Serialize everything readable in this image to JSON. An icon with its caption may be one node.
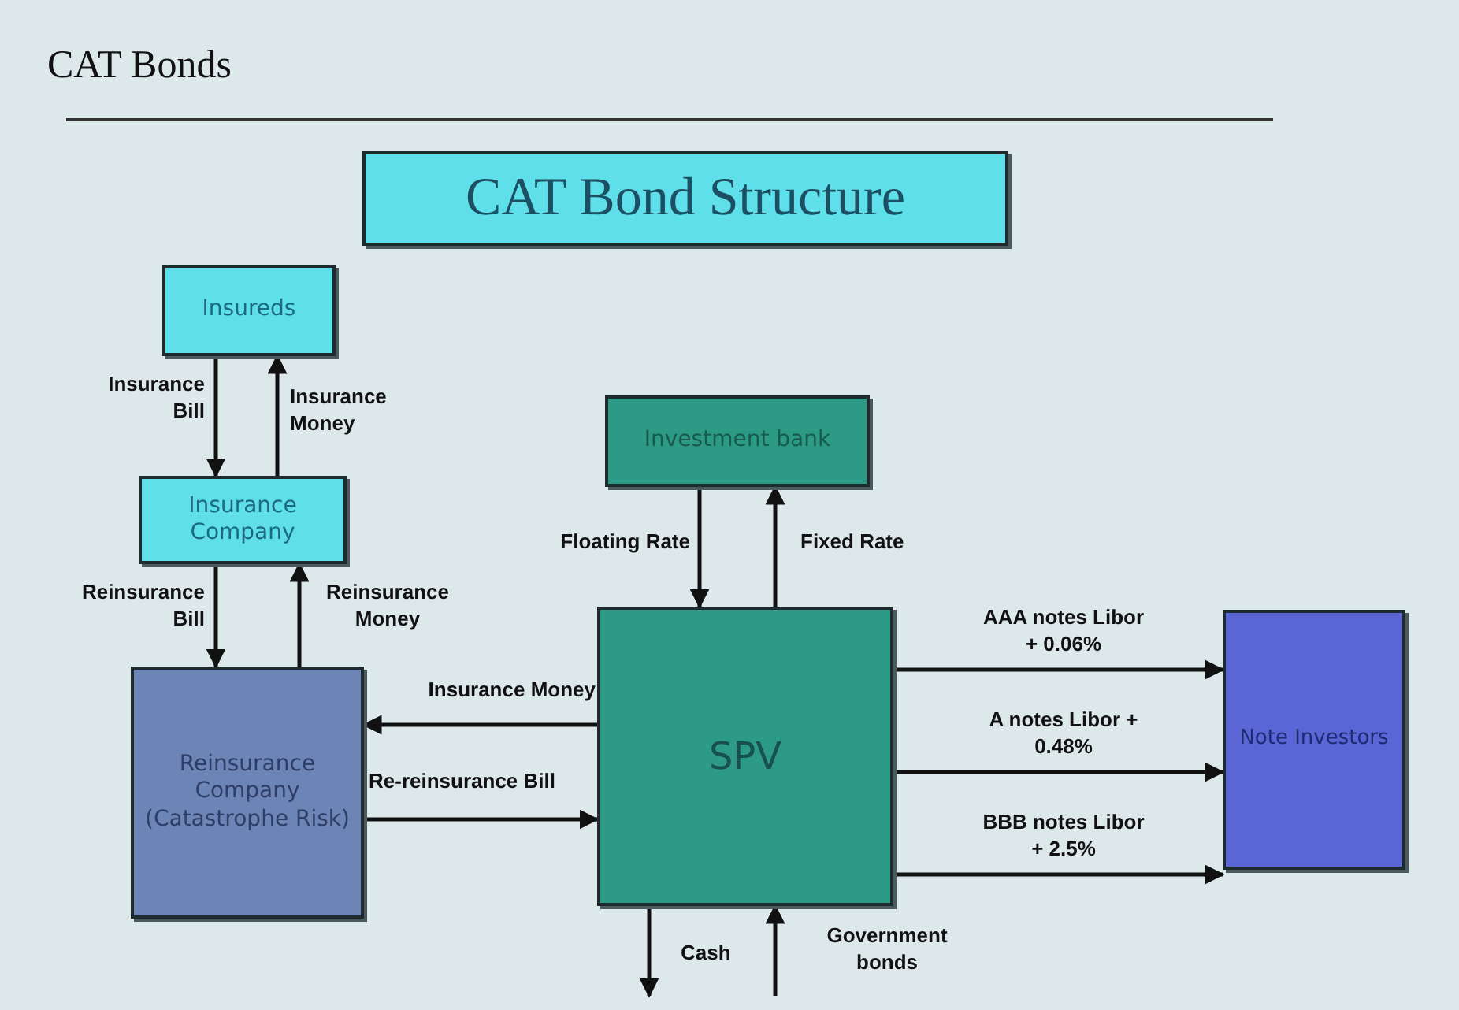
{
  "diagram": {
    "title": "CAT Bonds",
    "nodes": [
      {
        "text": [
          "CAT Bond Structure"
        ]
      },
      {
        "text": [
          "Insureds"
        ]
      },
      {
        "text": [
          "Insurance Company"
        ]
      },
      {
        "text": [
          "Reinsurance Company (Catastrophe Risk)"
        ]
      },
      {
        "text": [
          "Investment bank"
        ]
      },
      {
        "text": [
          "SPV"
        ]
      },
      {
        "text": [
          "Note Investors"
        ]
      }
    ],
    "edges": [
      {
        "from": 1,
        "to": 2,
        "arrow": "to",
        "label": "Insurance Bill"
      },
      {
        "from": 2,
        "to": 1,
        "arrow": "to",
        "label": "Insurance Money"
      },
      {
        "from": 2,
        "to": 3,
        "arrow": "to",
        "label": "Reinsurance Bill"
      },
      {
        "from": 3,
        "to": 2,
        "arrow": "to",
        "label": "Reinsurance Money"
      },
      {
        "from": 5,
        "to": 3,
        "arrow": "to",
        "label": "Insurance Money"
      },
      {
        "from": 3,
        "to": 5,
        "arrow": "to",
        "label": "Re-reinsurance Bill"
      },
      {
        "from": 4,
        "to": 5,
        "arrow": "to",
        "label": "Floating Rate"
      },
      {
        "from": 5,
        "to": 4,
        "arrow": "to",
        "label": "Fixed Rate"
      },
      {
        "from": 5,
        "to": 6,
        "arrow": "to",
        "label": "AAA notes Libor + 0.06%"
      },
      {
        "from": 5,
        "to": 6,
        "arrow": "to",
        "label": "A notes Libor + 0.48%"
      },
      {
        "from": 5,
        "to": 6,
        "arrow": "to",
        "label": "BBB notes Libor + 2.5%"
      },
      {
        "from": 5,
        "to": null,
        "arrow": "to",
        "label": "Cash"
      },
      {
        "from": null,
        "to": 5,
        "arrow": "to",
        "label": "Government bonds"
      }
    ]
  }
}
